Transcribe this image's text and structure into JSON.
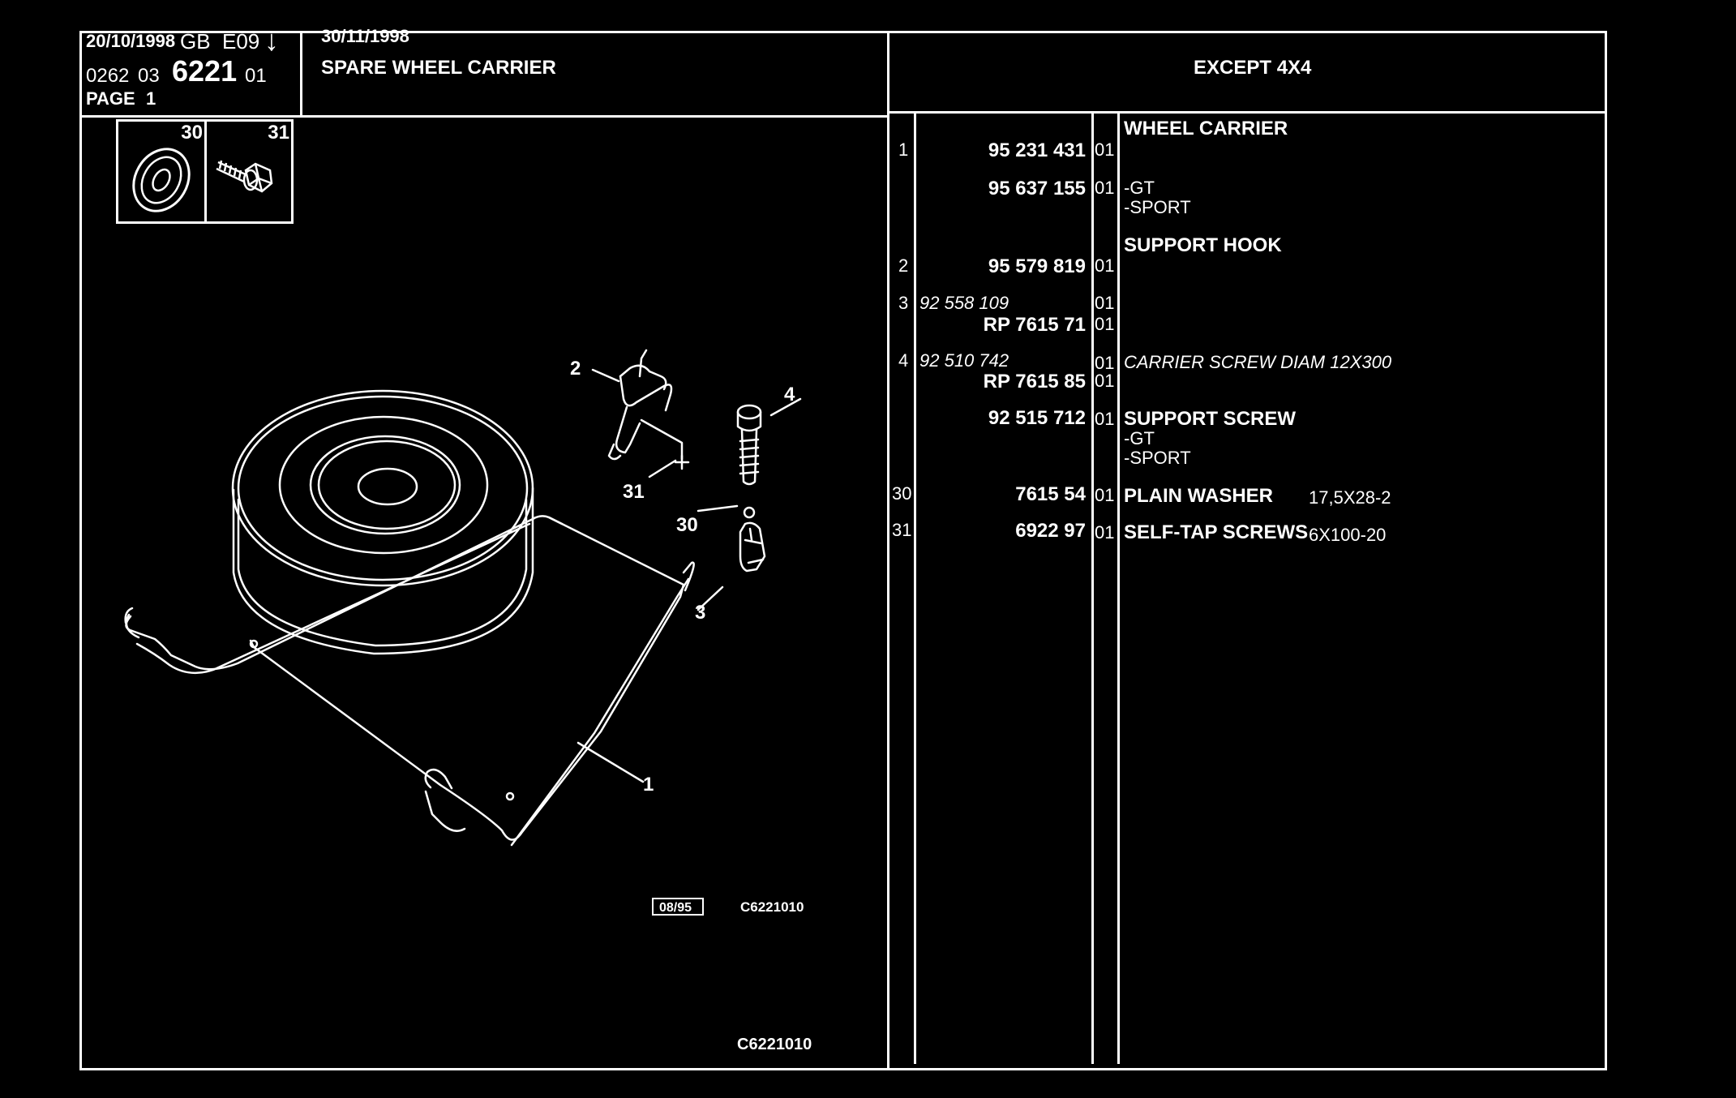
{
  "header": {
    "edition_date": "20/10/1998",
    "region": "GB",
    "edition_code": "E09",
    "arrow_glyph": "↓",
    "catalog_prefix": "0262",
    "catalog_group": "03",
    "plate_number": "6221",
    "plate_variant": "01",
    "page_label": "PAGE",
    "page_number": "1",
    "update_date": "30/11/1998",
    "title": "SPARE WHEEL CARRIER",
    "applicability": "EXCEPT 4X4"
  },
  "thumbnails": [
    {
      "number": "30",
      "icon": "washer-icon"
    },
    {
      "number": "31",
      "icon": "screw-icon"
    }
  ],
  "diagram": {
    "callouts": [
      "1",
      "2",
      "3",
      "4",
      "30",
      "31"
    ],
    "date_box": "08/95",
    "figure_code": "C6221010",
    "footer_code": "C6221010"
  },
  "parts": [
    {
      "item": "",
      "ref": "",
      "ref_italic": "",
      "qty": "",
      "desc": "WHEEL CARRIER",
      "desc_spec": ""
    },
    {
      "item": "1",
      "ref": "95 231 431",
      "ref_italic": "",
      "qty": "01",
      "desc": "",
      "desc_spec": ""
    },
    {
      "item": "",
      "ref": "95 637 155",
      "ref_italic": "",
      "qty": "01",
      "desc": "-GT",
      "desc_spec": ""
    },
    {
      "item": "",
      "ref": "",
      "ref_italic": "",
      "qty": "",
      "desc": "-SPORT",
      "desc_spec": ""
    },
    {
      "item": "",
      "ref": "",
      "ref_italic": "",
      "qty": "",
      "desc": "SUPPORT HOOK",
      "desc_spec": ""
    },
    {
      "item": "2",
      "ref": "95 579 819",
      "ref_italic": "",
      "qty": "01",
      "desc": "",
      "desc_spec": ""
    },
    {
      "item": "3",
      "ref": "",
      "ref_italic": "92 558 109",
      "qty": "01",
      "desc": "",
      "desc_spec": ""
    },
    {
      "item": "",
      "ref": "RP  7615 71",
      "ref_italic": "",
      "qty": "01",
      "desc": "",
      "desc_spec": ""
    },
    {
      "item": "4",
      "ref": "",
      "ref_italic": "92 510 742",
      "qty": "01",
      "desc": "CARRIER SCREW DIAM 12X300",
      "desc_spec": ""
    },
    {
      "item": "",
      "ref": "RP  7615 85",
      "ref_italic": "",
      "qty": "01",
      "desc": "",
      "desc_spec": ""
    },
    {
      "item": "",
      "ref": "92 515 712",
      "ref_italic": "",
      "qty": "01",
      "desc": "SUPPORT SCREW",
      "desc_spec": ""
    },
    {
      "item": "",
      "ref": "",
      "ref_italic": "",
      "qty": "",
      "desc": "-GT",
      "desc_spec": ""
    },
    {
      "item": "",
      "ref": "",
      "ref_italic": "",
      "qty": "",
      "desc": "-SPORT",
      "desc_spec": ""
    },
    {
      "item": "30",
      "ref": "7615 54",
      "ref_italic": "",
      "qty": "01",
      "desc": "PLAIN WASHER",
      "desc_spec": "17,5X28-2"
    },
    {
      "item": "31",
      "ref": "6922 97",
      "ref_italic": "",
      "qty": "01",
      "desc": "SELF-TAP SCREWS",
      "desc_spec": "6X100-20"
    }
  ]
}
